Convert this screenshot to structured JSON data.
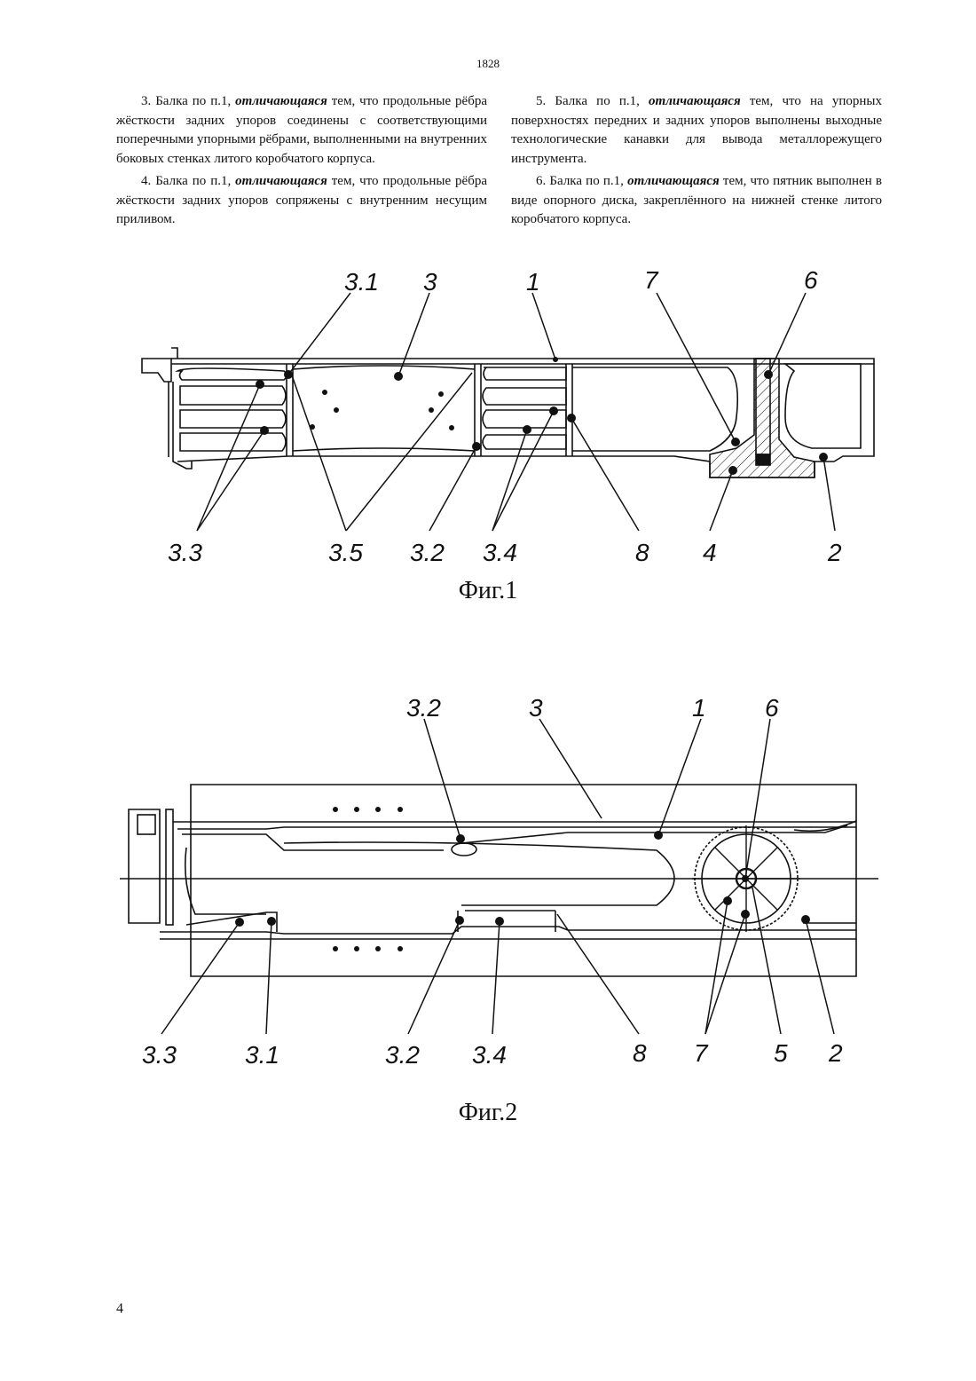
{
  "header": {
    "page_number": "1828"
  },
  "claims": {
    "left": [
      {
        "pre": "3. Балка по п.1, ",
        "em": "отличающаяся",
        "post": " тем, что продольные рёбра жёсткости задних упоров соединены с соответствующими поперечными упорными рёбрами, выполненными на внутренних боковых стенках литого коробчатого корпуса."
      },
      {
        "pre": "4. Балка по п.1, ",
        "em": "отличающаяся",
        "post": " тем, что продольные рёбра жёсткости задних упоров сопряжены с внутренним несущим приливом."
      }
    ],
    "right": [
      {
        "pre": "5. Балка по п.1, ",
        "em": "отличающаяся",
        "post": " тем, что на упорных поверхностях передних и задних упоров выполнены выходные технологические канавки для вывода металлорежущего инструмента."
      },
      {
        "pre": "6. Балка по п.1, ",
        "em": "отличающаяся",
        "post": " тем, что пятник выполнен в виде опорного диска, закреплённого на нижней стенке литого коробчатого корпуса."
      }
    ]
  },
  "figure1": {
    "caption": "Фиг.1",
    "labels": {
      "l31": "3.1",
      "l3": "3",
      "l1": "1",
      "l7": "7",
      "l6": "6",
      "l33": "3.3",
      "l35": "3.5",
      "l32": "3.2",
      "l34": "3.4",
      "l8": "8",
      "l4": "4",
      "l2": "2"
    }
  },
  "figure2": {
    "caption": "Фиг.2",
    "labels": {
      "l32t": "3.2",
      "l3": "3",
      "l1": "1",
      "l6": "6",
      "l33": "3.3",
      "l31": "3.1",
      "l32b": "3.2",
      "l34": "3.4",
      "l8": "8",
      "l7": "7",
      "l5": "5",
      "l2": "2"
    }
  },
  "footer": {
    "page_number": "4"
  }
}
